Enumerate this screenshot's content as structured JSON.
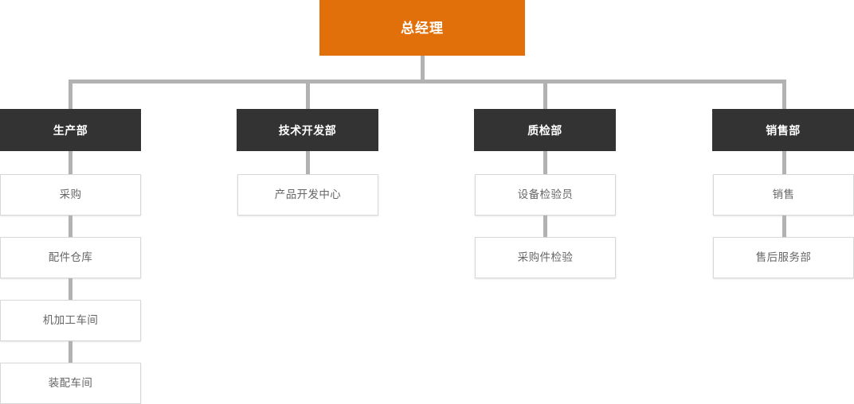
{
  "chart": {
    "type": "org-chart",
    "title_node": {
      "id": "root",
      "label": "总经理",
      "color": "#e2700a",
      "text_color": "#ffffff"
    },
    "colors": {
      "root_fill": "#e2700a",
      "department_fill": "#333333",
      "sub_fill": "#ffffff",
      "sub_border": "#d8d8d8",
      "sub_text": "#666666",
      "connector": "#b2b2b2",
      "background": "#ffffff"
    },
    "departments": [
      {
        "id": "production",
        "label": "生产部",
        "children": [
          {
            "id": "procurement",
            "label": "采购"
          },
          {
            "id": "parts-warehouse",
            "label": "配件仓库"
          },
          {
            "id": "machining-workshop",
            "label": "机加工车间"
          },
          {
            "id": "assembly-workshop",
            "label": "装配车间"
          }
        ]
      },
      {
        "id": "tech-development",
        "label": "技术开发部",
        "children": [
          {
            "id": "product-development-center",
            "label": "产品开发中心"
          }
        ]
      },
      {
        "id": "quality-inspection",
        "label": "质检部",
        "children": [
          {
            "id": "equipment-inspector",
            "label": "设备检验员"
          },
          {
            "id": "purchased-parts-inspection",
            "label": "采购件检验"
          }
        ]
      },
      {
        "id": "sales-department",
        "label": "销售部",
        "children": [
          {
            "id": "sales",
            "label": "销售"
          },
          {
            "id": "after-sales-service",
            "label": "售后服务部"
          }
        ]
      }
    ]
  }
}
